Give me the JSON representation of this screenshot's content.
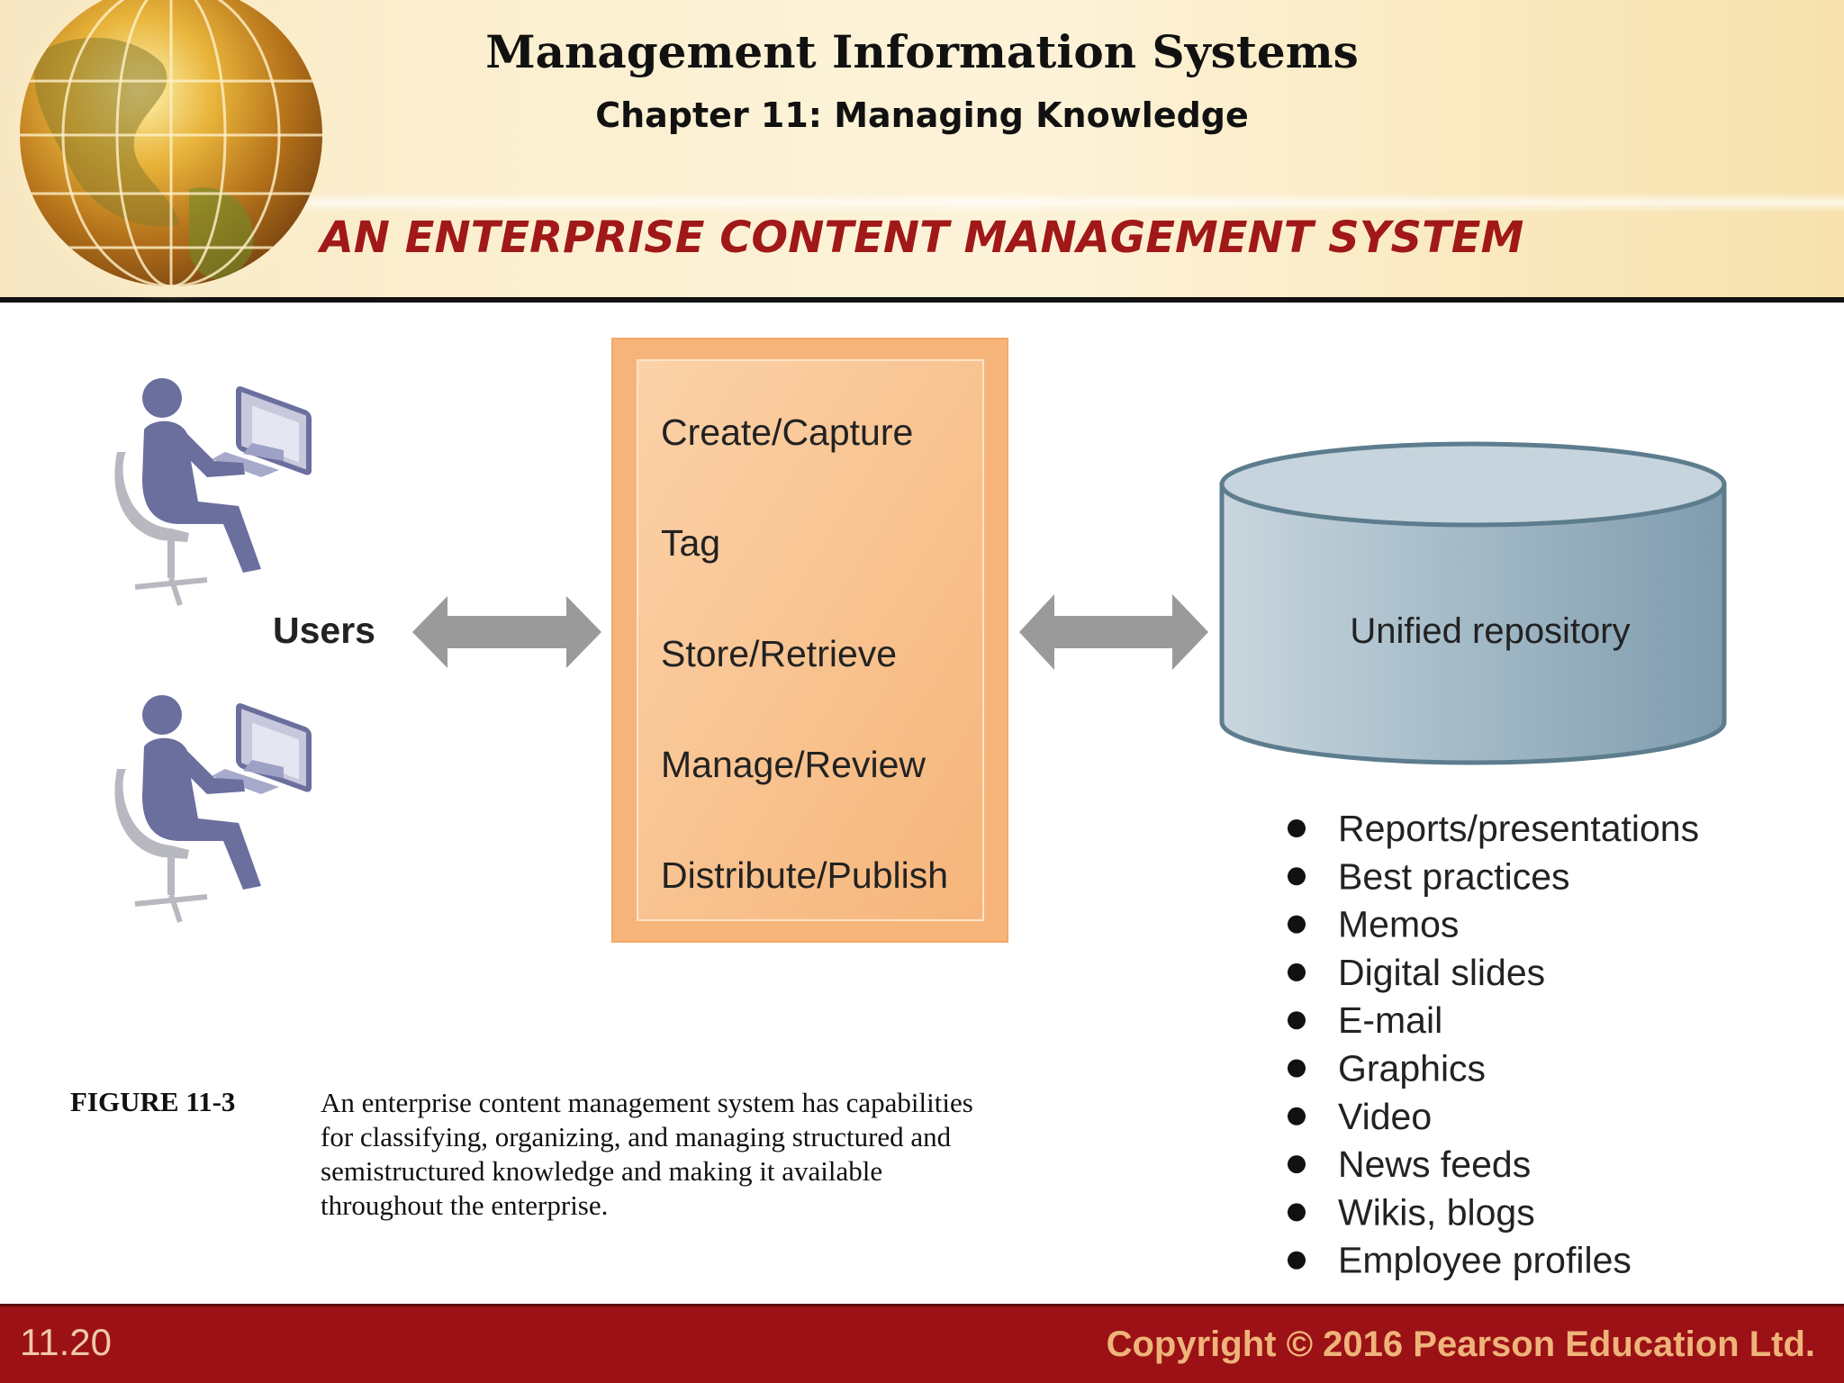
{
  "header": {
    "book_title": "Management Information Systems",
    "chapter_title": "Chapter 11: Managing Knowledge",
    "slide_title": "AN ENTERPRISE CONTENT MANAGEMENT SYSTEM"
  },
  "diagram": {
    "users_label": "Users",
    "process_steps": [
      "Create/Capture",
      "Tag",
      "Store/Retrieve",
      "Manage/Review",
      "Distribute/Publish"
    ],
    "repository_label": "Unified repository",
    "repository_items": [
      "Reports/presentations",
      "Best practices",
      "Memos",
      "Digital slides",
      "E-mail",
      "Graphics",
      "Video",
      "News feeds",
      "Wikis, blogs",
      "Employee profiles"
    ]
  },
  "caption": {
    "label": "FIGURE 11-3",
    "text": "An enterprise content management system has capabilities for classifying, organizing, and managing structured and semistructured knowledge and making it available throughout the enterprise."
  },
  "footer": {
    "slide_number": "11.20",
    "copyright": "Copyright © 2016 Pearson Education Ltd."
  },
  "colors": {
    "title_red": "#a01818",
    "footer_red": "#9b1116",
    "process_box": "#f8c38e",
    "repository": "#8fa9b8",
    "user_figure": "#6b6f9e",
    "arrow": "#9a9a9a"
  }
}
